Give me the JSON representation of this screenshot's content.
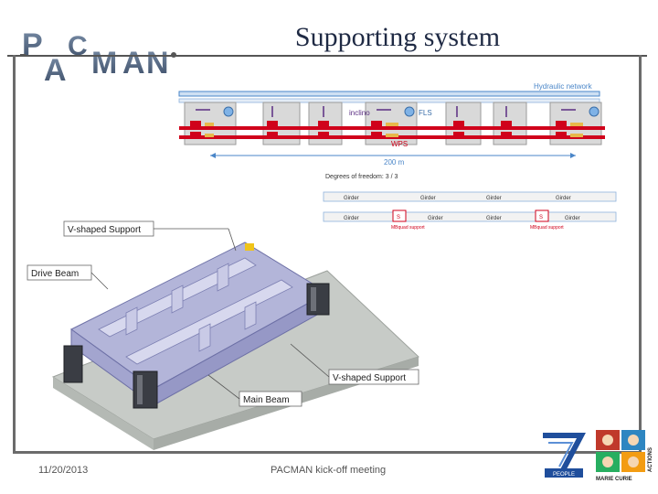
{
  "slide": {
    "logo_text": "PACMAN",
    "title": "Supporting system",
    "footer_date": "11/20/2013",
    "footer_event": "PACMAN kick-off meeting"
  },
  "figure": {
    "network_label": "Hydraulic network",
    "incline_label": "inclino",
    "fls_label": "FLS",
    "wps_label": "WPS",
    "distance_label": "200 m",
    "dof_label": "Degrees of freedom: 3 / 3",
    "girder_label": "Girder",
    "s_label": "S",
    "mb_quad_label": "MBquad support",
    "callouts": {
      "v_support_top": "V-shaped Support",
      "drive_beam": "Drive Beam",
      "v_support_bottom": "V-shaped Support",
      "main_beam": "Main Beam"
    }
  },
  "logos": {
    "fp7_text": "PEOPLE",
    "mc_text": "MARIE CURIE",
    "mc_side": "ACTIONS"
  },
  "colors": {
    "title": "#1f2a44",
    "sensor_red": "#d0021b",
    "network_blue": "#4a86c8",
    "frame_gray": "#6b6b6b"
  }
}
